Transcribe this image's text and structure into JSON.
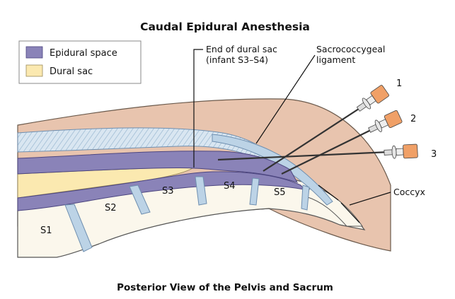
{
  "title": "Caudal Epidural Anesthesia",
  "caption": "Posterior View of the Pelvis and Sacrum",
  "legend": [
    {
      "label": "Epidural space",
      "color": "#8a83b8"
    },
    {
      "label": "Dural sac",
      "color": "#fbe9b0"
    }
  ],
  "callouts": {
    "dural_end_line1": "End of dural sac",
    "dural_end_line2": "(infant S3–S4)",
    "ligament_line1": "Sacrococcygeal",
    "ligament_line2": "ligament",
    "coccyx": "Coccyx"
  },
  "vertebrae": [
    "S1",
    "S2",
    "S3",
    "S4",
    "S5"
  ],
  "needles": [
    "1",
    "2",
    "3"
  ],
  "colors": {
    "skin": "#e8c4ae",
    "bone": "#fbf7ec",
    "epidural": "#8a83b8",
    "dural": "#fbe9b0",
    "ligament": "#bcd3e6",
    "needle_hub": "#f0a067"
  }
}
